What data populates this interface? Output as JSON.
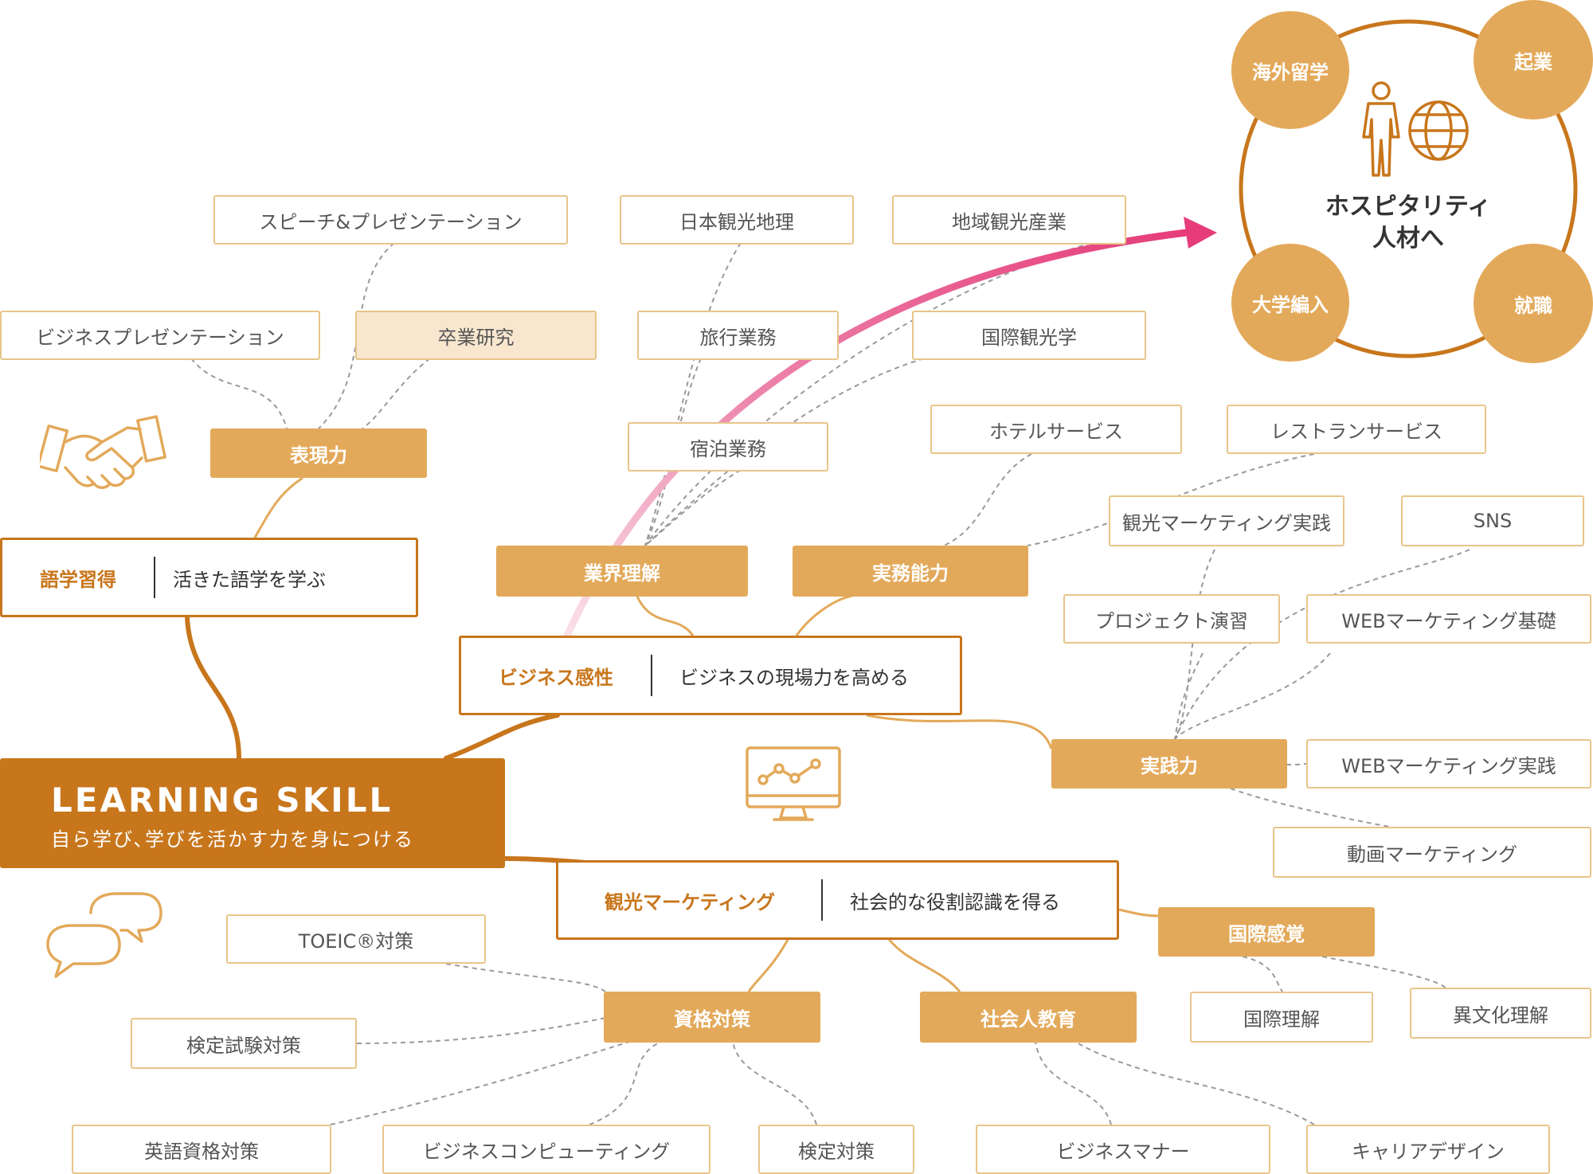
{
  "root": {
    "title": "LEARNING SKILL",
    "subtitle": "自ら学び､学びを活かす力を身につける"
  },
  "themes": {
    "language": {
      "key": "語学習得",
      "desc": "活きた語学を学ぶ"
    },
    "business": {
      "key": "ビジネス感性",
      "desc": "ビジネスの現場力を高める"
    },
    "marketing": {
      "key": "観光マーケティング",
      "desc": "社会的な役割認識を得る"
    }
  },
  "categories": {
    "hyogen": "表現力",
    "gyokai": "業界理解",
    "jitsumu": "実務能力",
    "jissen": "実践力",
    "kokusai": "国際感覚",
    "shikaku": "資格対策",
    "shakaijin": "社会人教育"
  },
  "items": {
    "speech": "スピーチ&プレゼンテーション",
    "bizpresen": "ビジネスプレゼンテーション",
    "sotsugyo": "卒業研究",
    "nihonchiri": "日本観光地理",
    "chiiki": "地域観光産業",
    "ryoko": "旅行業務",
    "kokusaikanko": "国際観光学",
    "shukuhaku": "宿泊業務",
    "hotel": "ホテルサービス",
    "restaurant": "レストランサービス",
    "kankomkt": "観光マーケティング実践",
    "sns": "SNS",
    "project": "プロジェクト演習",
    "webkiso": "WEBマーケティング基礎",
    "webjissen": "WEBマーケティング実践",
    "douga": "動画マーケティング",
    "kokusairikai": "国際理解",
    "ibunka": "異文化理解",
    "toeic": "TOEIC®対策",
    "kentei_shiken": "検定試験対策",
    "eigo": "英語資格対策",
    "bizcomp": "ビジネスコンピューティング",
    "kentei": "検定対策",
    "manner": "ビジネスマナー",
    "career": "キャリアデザイン"
  },
  "goal": {
    "title_line1": "ホスピタリティ",
    "title_line2": "人材へ",
    "options": {
      "ryugaku": "海外留学",
      "kigyo": "起業",
      "hennyu": "大学編入",
      "shushoku": "就職"
    }
  },
  "colors": {
    "accent": "#c8761c",
    "category": "#e3a95a",
    "item_border": "#e8c58a",
    "highlight": "#f8e6cf",
    "arrow": "#e63d7a"
  },
  "icons": [
    "handshake-icon",
    "monitor-chart-icon",
    "speech-bubbles-icon",
    "person-globe-icon",
    "arrow-icon"
  ]
}
